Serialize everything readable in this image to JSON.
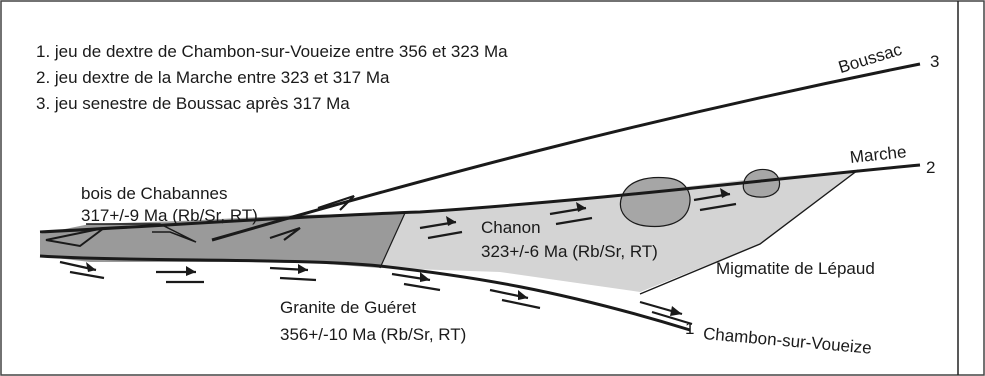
{
  "legend": {
    "item1": "1. jeu de dextre de Chambon-sur-Voueize entre 356 et 323 Ma",
    "item2": "2. jeu dextre de la Marche entre 323 et 317 Ma",
    "item3": "3. jeu senestre de Boussac après 317 Ma"
  },
  "faults": {
    "boussac": {
      "name": "Boussac",
      "number": "3"
    },
    "marche": {
      "name": "Marche",
      "number": "2"
    },
    "chambon": {
      "name": "Chambon-sur-Voueize",
      "number": "1"
    }
  },
  "units": {
    "chabannes": {
      "name": "bois de Chabannes",
      "age": "317+/-9 Ma (Rb/Sr, RT)"
    },
    "chanon": {
      "name": "Chanon",
      "age": "323+/-6 Ma (Rb/Sr, RT)"
    },
    "migmatite": {
      "name": "Migmatite de Lépaud"
    },
    "gueret": {
      "name": "Granite de Guéret",
      "age": "356+/-10 Ma (Rb/Sr, RT)"
    }
  },
  "colors": {
    "dark_granite": "#9a9a9a",
    "light_granite": "#d4d4d4",
    "enclave": "#a6a6a6",
    "line": "#1a1a1a"
  }
}
